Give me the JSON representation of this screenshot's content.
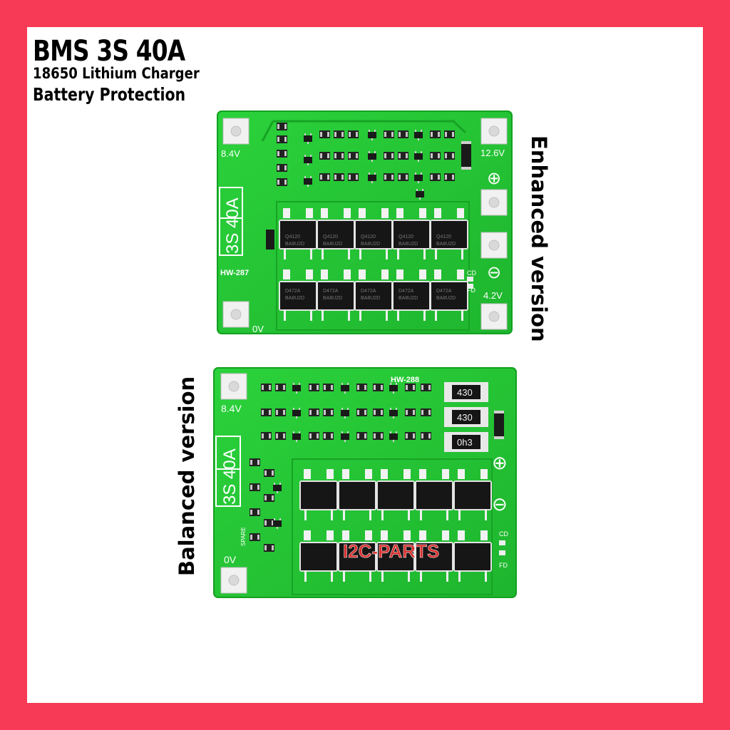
{
  "colors": {
    "border": "#f73a55",
    "background": "#ffffff",
    "pcb": "#22c332",
    "pcb_dark": "#159a22",
    "pad": "#e6e6e6",
    "mosfet": "#1b1b1b",
    "watermark": "#d8302f"
  },
  "heading": {
    "title": "BMS 3S 40A",
    "subtitle": "18650 Lithium Charger",
    "tagline": "Battery Protection"
  },
  "enhanced_board": {
    "version_label": "Enhanced version",
    "model": "HW-287",
    "silk_label": "3S 40A",
    "pad_labels": {
      "b1": "8.4V",
      "b2": "12.6V",
      "b3": "4.2V",
      "b0": "0V"
    },
    "plus_sign": "⊕",
    "minus_sign": "⊖",
    "led_labels": [
      "CD",
      "FD"
    ],
    "mosfet_marks": [
      "Q4120",
      "BA8U2D",
      "D472A"
    ]
  },
  "balanced_board": {
    "version_label": "Balanced version",
    "model": "HW-288",
    "silk_label": "3S 40A",
    "pad_labels": {
      "b1": "8.4V",
      "b0": "0V"
    },
    "plus_sign": "⊕",
    "minus_sign": "⊖",
    "led_labels": [
      "CD",
      "FD"
    ],
    "spare_label": "SPARE",
    "resistor_codes": [
      "430",
      "430",
      "0h3"
    ],
    "watermark": "I2C-PARTS"
  }
}
